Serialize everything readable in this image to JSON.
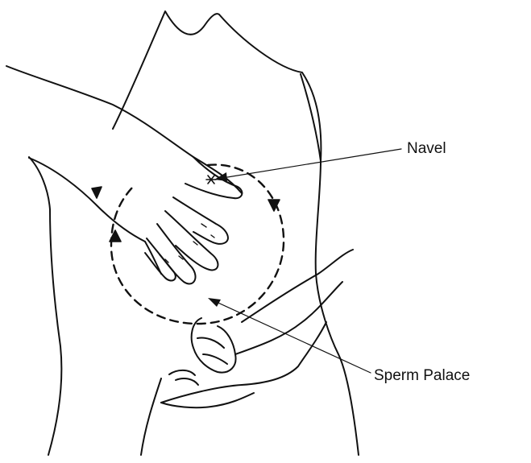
{
  "labels": {
    "navel": "Navel",
    "sperm_palace": "Sperm Palace"
  },
  "colors": {
    "ink": "#111111",
    "background": "#ffffff"
  },
  "icons": {
    "navel_marker": "star-icon",
    "circulation": "clockwise-circle-arrows"
  }
}
